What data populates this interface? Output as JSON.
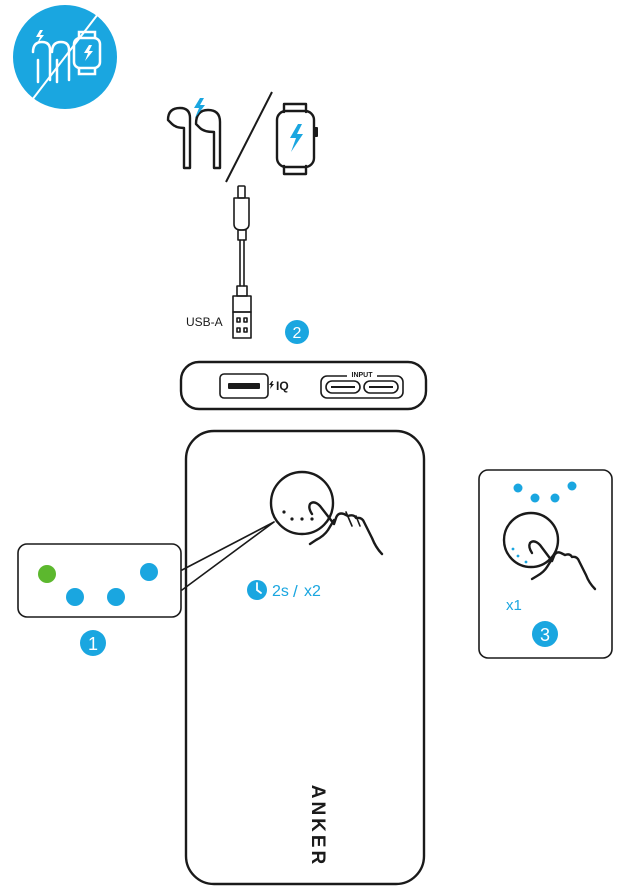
{
  "colors": {
    "accent": "#1aa6e0",
    "led_green": "#5cb82e",
    "outline": "#1a1a1a"
  },
  "icons": {
    "badge": "earbuds-watch-charging-badge-icon",
    "earbuds": "earbuds-charging-icon",
    "watch": "smartwatch-charging-icon",
    "cable": "lightning-to-usb-a-cable-icon",
    "finger_press": "finger-press-icon",
    "clock": "clock-icon"
  },
  "cable": {
    "label": "USB-A"
  },
  "power_bank": {
    "port_label_iq": "IQ",
    "port_label_input": "INPUT",
    "brand": "ANKER"
  },
  "steps": {
    "step1": {
      "number": "1",
      "led_colors": [
        "green",
        "blue",
        "blue",
        "blue"
      ]
    },
    "step2": {
      "number": "2"
    },
    "step3": {
      "number": "3",
      "press_count": "x1"
    }
  },
  "button_press": {
    "duration": "2s",
    "count": "x2"
  }
}
